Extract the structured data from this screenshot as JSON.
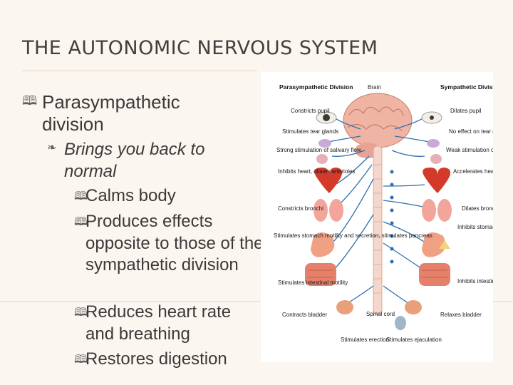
{
  "slide": {
    "title": "THE AUTONOMIC NERVOUS SYSTEM",
    "colors": {
      "background": "#fbf7f0",
      "text": "#3a3a3a",
      "nerve": "#2d6fb0"
    }
  },
  "bullets": {
    "l1": {
      "text": "Parasympathetic division",
      "marker_icon": "book-icon"
    },
    "l2": {
      "text": "Brings you back to normal",
      "marker_icon": "leaf-icon"
    },
    "l3": [
      {
        "text": "Calms body",
        "marker_icon": "book-icon"
      },
      {
        "text": "Produces effects opposite to those of the sympathetic division",
        "marker_icon": "book-icon"
      },
      {
        "text": "Reduces heart rate and breathing",
        "marker_icon": "book-icon"
      },
      {
        "text": "Restores digestion",
        "marker_icon": "book-icon"
      }
    ]
  },
  "diagram": {
    "headings": {
      "para": "Parasympathetic Division",
      "center": "Brain",
      "symp": "Sympathetic Division"
    },
    "left_labels": [
      "Constricts pupil",
      "Stimulates tear glands",
      "Strong stimulation of salivary flow",
      "Inhibits heart, dilates arterioles",
      "Constricts bronchi",
      "Stimulates stomach motility and secretion, stimulates pancreas",
      "Stimulates intestinal motility",
      "Contracts bladder",
      "Stimulates erection"
    ],
    "right_labels": [
      "Dilates pupil",
      "No effect on tear glands",
      "Weak stimulation of salivary flow",
      "Accelerates heart, dilates arterioles",
      "Dilates bronchi",
      "Inhibits stomach motility and secretion, inhibits pancreas and adrenals",
      "Inhibits intestinal motility",
      "Relaxes bladder",
      "Stimulates ejaculation"
    ],
    "center_labels": {
      "spinal": "Spinal cord"
    }
  }
}
